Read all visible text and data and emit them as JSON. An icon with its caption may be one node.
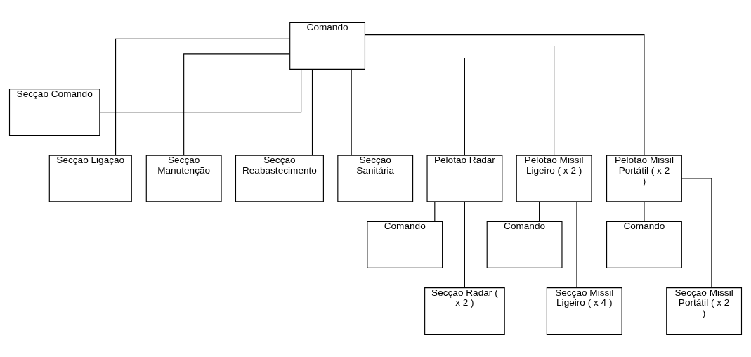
{
  "diagram": {
    "nodes": [
      {
        "text": [
          "Comando"
        ]
      },
      {
        "text": [
          "Secção Comando"
        ]
      },
      {
        "text": [
          "Secção Ligação"
        ]
      },
      {
        "text": [
          "Secção Manutenção"
        ]
      },
      {
        "text": [
          "Secção Reabastecimento"
        ]
      },
      {
        "text": [
          "Secção Sanitária"
        ]
      },
      {
        "text": [
          "Pelotão Radar"
        ]
      },
      {
        "text": [
          "Pelotão Missil Ligeiro ( x 2 )"
        ]
      },
      {
        "text": [
          "Pelotão Missil Portátil ( x 2 )"
        ]
      },
      {
        "text": [
          "Comando"
        ]
      },
      {
        "text": [
          "Secção Radar ( x 2 )"
        ]
      },
      {
        "text": [
          "Comando"
        ]
      },
      {
        "text": [
          "Secção Missil Ligeiro ( x 4 )"
        ]
      },
      {
        "text": [
          "Comando"
        ]
      },
      {
        "text": [
          "Secção Missil Portátil ( x 2 )"
        ]
      }
    ],
    "edges": [
      {
        "from": 0,
        "to": 1,
        "arrow": "none"
      },
      {
        "from": 0,
        "to": 2,
        "arrow": "none"
      },
      {
        "from": 0,
        "to": 3,
        "arrow": "none"
      },
      {
        "from": 0,
        "to": 4,
        "arrow": "none"
      },
      {
        "from": 0,
        "to": 5,
        "arrow": "none"
      },
      {
        "from": 0,
        "to": 6,
        "arrow": "none"
      },
      {
        "from": 0,
        "to": 7,
        "arrow": "none"
      },
      {
        "from": 0,
        "to": 8,
        "arrow": "none"
      },
      {
        "from": 6,
        "to": 9,
        "arrow": "none"
      },
      {
        "from": 6,
        "to": 10,
        "arrow": "none"
      },
      {
        "from": 7,
        "to": 11,
        "arrow": "none"
      },
      {
        "from": 7,
        "to": 12,
        "arrow": "none"
      },
      {
        "from": 8,
        "to": 13,
        "arrow": "none"
      },
      {
        "from": 8,
        "to": 14,
        "arrow": "none"
      }
    ]
  }
}
